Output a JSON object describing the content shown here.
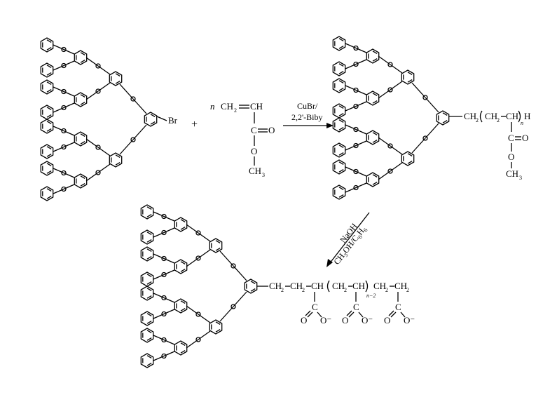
{
  "reaction": {
    "plus": "+",
    "coefficient_n": "n",
    "monomer": {
      "ch2": "CH",
      "ch2_sub": "2",
      "ch": "CH",
      "carbon": "C",
      "carbonyl_o": "O",
      "ester_o": "O",
      "ch3": "CH",
      "ch3_sub": "3"
    },
    "dendron_end_group": "Br",
    "step1_conditions": {
      "catalyst": "CuBr/",
      "ligand": "2,2'-Biby"
    },
    "product1": {
      "ch2": "CH",
      "ch2_sub": "2",
      "repeat_ch2": "CH",
      "repeat_ch2_sub": "2",
      "repeat_ch": "CH",
      "subscript_n": "n",
      "end_h": "H",
      "carbon": "C",
      "carbonyl_o": "O",
      "ester_o": "O",
      "ch3": "CH",
      "ch3_sub": "3"
    },
    "step2_conditions": {
      "base": "NaOH",
      "solvent_parts": [
        "CH",
        "3",
        "OH/C",
        "6",
        "H",
        "6"
      ]
    },
    "product2": {
      "ch2": "CH",
      "ch2_sub": "2",
      "ch2b": "CH",
      "ch2b_sub": "2",
      "ch": "CH",
      "repeat_ch2": "CH",
      "repeat_ch2_sub": "2",
      "repeat_ch": "CH",
      "subscript": "n−2",
      "ch2c": "CH",
      "ch2c_sub": "2",
      "ch2d": "CH",
      "ch2d_sub": "2",
      "carboxylate_c": "C",
      "carboxylate_o": "O",
      "carboxylate_o_minus": "O⁻"
    }
  }
}
